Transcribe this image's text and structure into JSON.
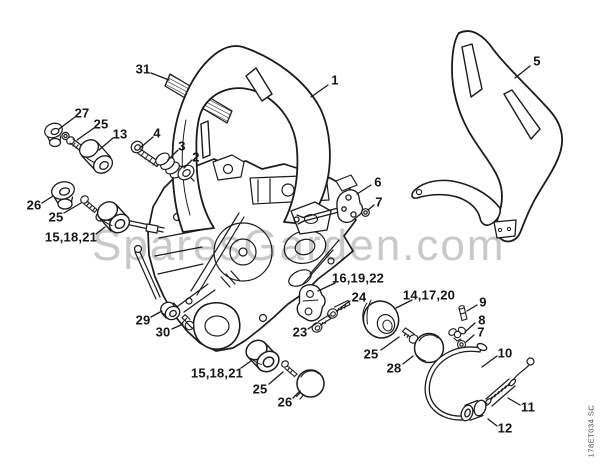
{
  "diagram": {
    "watermark": "SparesGarden.com",
    "drawing_code": "178ET034 SC",
    "ink_color": "#1b1b1b",
    "watermark_color": "#c9c9c9",
    "background_color": "#ffffff",
    "callouts": [
      {
        "label": "31"
      },
      {
        "label": "1"
      },
      {
        "label": "5"
      },
      {
        "label": "27"
      },
      {
        "label": "25"
      },
      {
        "label": "13"
      },
      {
        "label": "4"
      },
      {
        "label": "3"
      },
      {
        "label": "2"
      },
      {
        "label": "26"
      },
      {
        "label": "25"
      },
      {
        "label": "15,18,21"
      },
      {
        "label": "6"
      },
      {
        "label": "7"
      },
      {
        "label": "29"
      },
      {
        "label": "30"
      },
      {
        "label": "16,19,22"
      },
      {
        "label": "24"
      },
      {
        "label": "23"
      },
      {
        "label": "14,17,20"
      },
      {
        "label": "9"
      },
      {
        "label": "8"
      },
      {
        "label": "7"
      },
      {
        "label": "25"
      },
      {
        "label": "28"
      },
      {
        "label": "10"
      },
      {
        "label": "11"
      },
      {
        "label": "12"
      },
      {
        "label": "15,18,21"
      },
      {
        "label": "25"
      },
      {
        "label": "26"
      }
    ]
  }
}
